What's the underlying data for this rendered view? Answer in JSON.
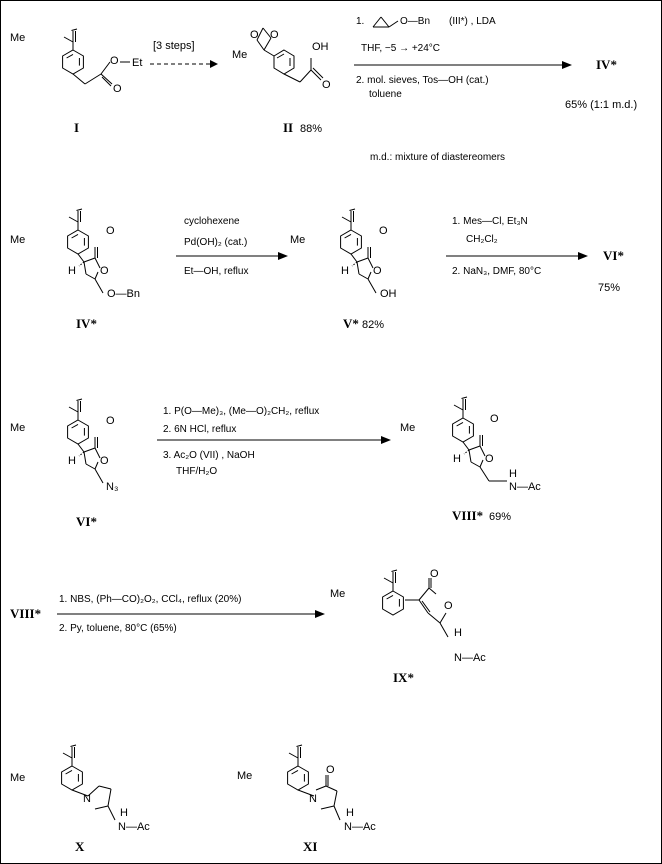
{
  "compounds": {
    "I": "I",
    "II": "II",
    "II_yield": "88%",
    "IV": "IV*",
    "IV_src": "IV*",
    "V": "V*",
    "V_yield": "82%",
    "VI": "VI*",
    "VI_yield": "75%",
    "VI_src": "VI*",
    "VIII": "VIII*",
    "VIII_yield": "69%",
    "VIII_src": "VIII*",
    "IX": "IX*",
    "X": "X",
    "XI": "XI",
    "IV_yield": "65% (1:1 m.d.)"
  },
  "reactions": {
    "r1_top": "[3 steps]",
    "r2_l1": "1.",
    "r2_l1b": "O—Bn",
    "r2_l1c": "(III*) , LDA",
    "r2_l2": "THF,    −5  →  +24°C",
    "r2_l3": "2. mol. sieves,   Tos—OH (cat.)",
    "r2_l4": "toluene",
    "note": "m.d.: mixture of diastereomers",
    "r3_l1": "cyclohexene",
    "r3_l2": "Pd(OH)₂ (cat.)",
    "r3_l3": "Et—OH,  reflux",
    "r4_l1": "1. Mes—Cl, Et₃N",
    "r4_l2": "CH₂Cl₂",
    "r4_l3": "2. NaN₃,  DMF,  80°C",
    "r5_l1": "1. P(O—Me)₃,  (Me—O)₂CH₂,  reflux",
    "r5_l2": "2. 6N HCl,   reflux",
    "r5_l3": "3.  Ac₂O  (VII) , NaOH",
    "r5_l4": "THF/H₂O",
    "r6_l1": "1. NBS, (Ph—CO)₂O₂, CCl₄,   reflux   (20%)",
    "r6_l2": "2. Py, toluene,   80°C  (65%)"
  },
  "groups": {
    "Me": "Me",
    "O": "O",
    "Et": "Et",
    "OH": "OH",
    "H": "H",
    "OBn": "O—Bn",
    "OHgrp": "OH",
    "N3": "N₃",
    "NAc": "N—Ac",
    "N": "N",
    "Hn": "H"
  }
}
